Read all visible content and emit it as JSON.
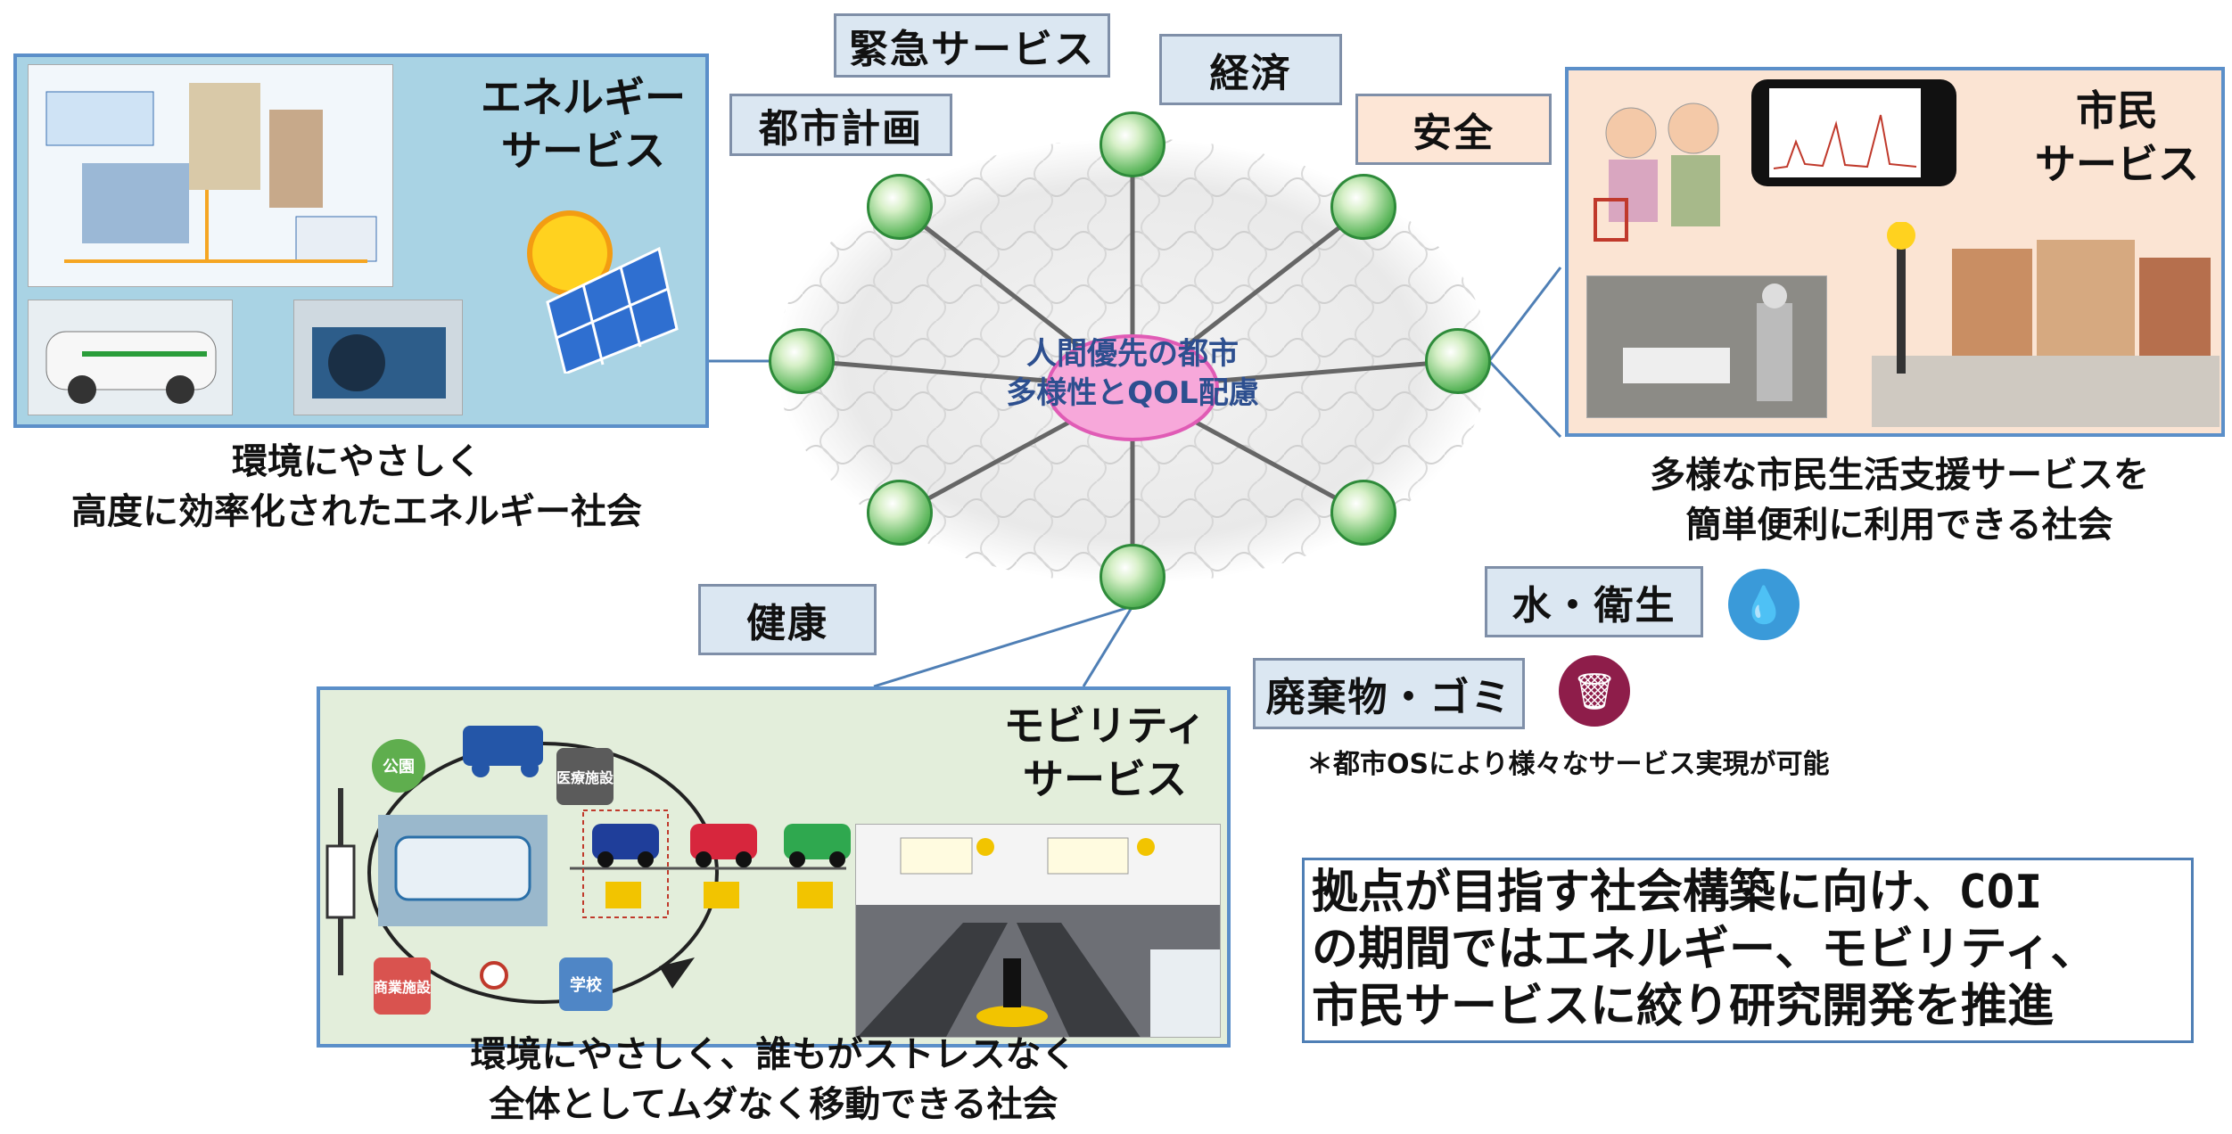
{
  "center": {
    "line1": "人間優先の都市",
    "line2": "多様性とQOL配慮"
  },
  "callouts": {
    "emergency": "緊急サービス",
    "economy": "経済",
    "urban_planning": "都市計画",
    "safety": "安全",
    "health": "健康",
    "water": "水・衛生",
    "waste": "廃棄物・ゴミ"
  },
  "energy": {
    "title_line1": "エネルギー",
    "title_line2": "サービス",
    "caption_line1": "環境にやさしく",
    "caption_line2": "高度に効率化されたエネルギー社会"
  },
  "citizen": {
    "title_line1": "市民",
    "title_line2": "サービス",
    "caption_line1": "多様な市民生活支援サービスを",
    "caption_line2": "簡単便利に利用できる社会"
  },
  "mobility": {
    "title_line1": "モビリティ",
    "title_line2": "サービス",
    "caption_line1": "環境にやさしく、誰もがストレスなく",
    "caption_line2": "全体としてムダなく移動できる社会",
    "diagram_labels": {
      "park": "公園",
      "medical": "医療施設",
      "commercial": "商業施設",
      "school": "学校"
    }
  },
  "note": "＊都市OSにより様々なサービス実現が可能",
  "summary": {
    "line1": "拠点が目指す社会構築に向け、COI",
    "line2": "の期間ではエネルギー、モビリティ、",
    "line3": "市民サービスに絞り研究開発を推進"
  },
  "colors": {
    "energy_panel": "#a9d3e4",
    "citizen_panel": "#fbe4d3",
    "mobility_panel": "#e3eedb",
    "callout_blue": "#dbe7f2",
    "callout_peach": "#fde6d6",
    "node_green": "#3fa34d",
    "center_pink": "#f08fc8"
  }
}
